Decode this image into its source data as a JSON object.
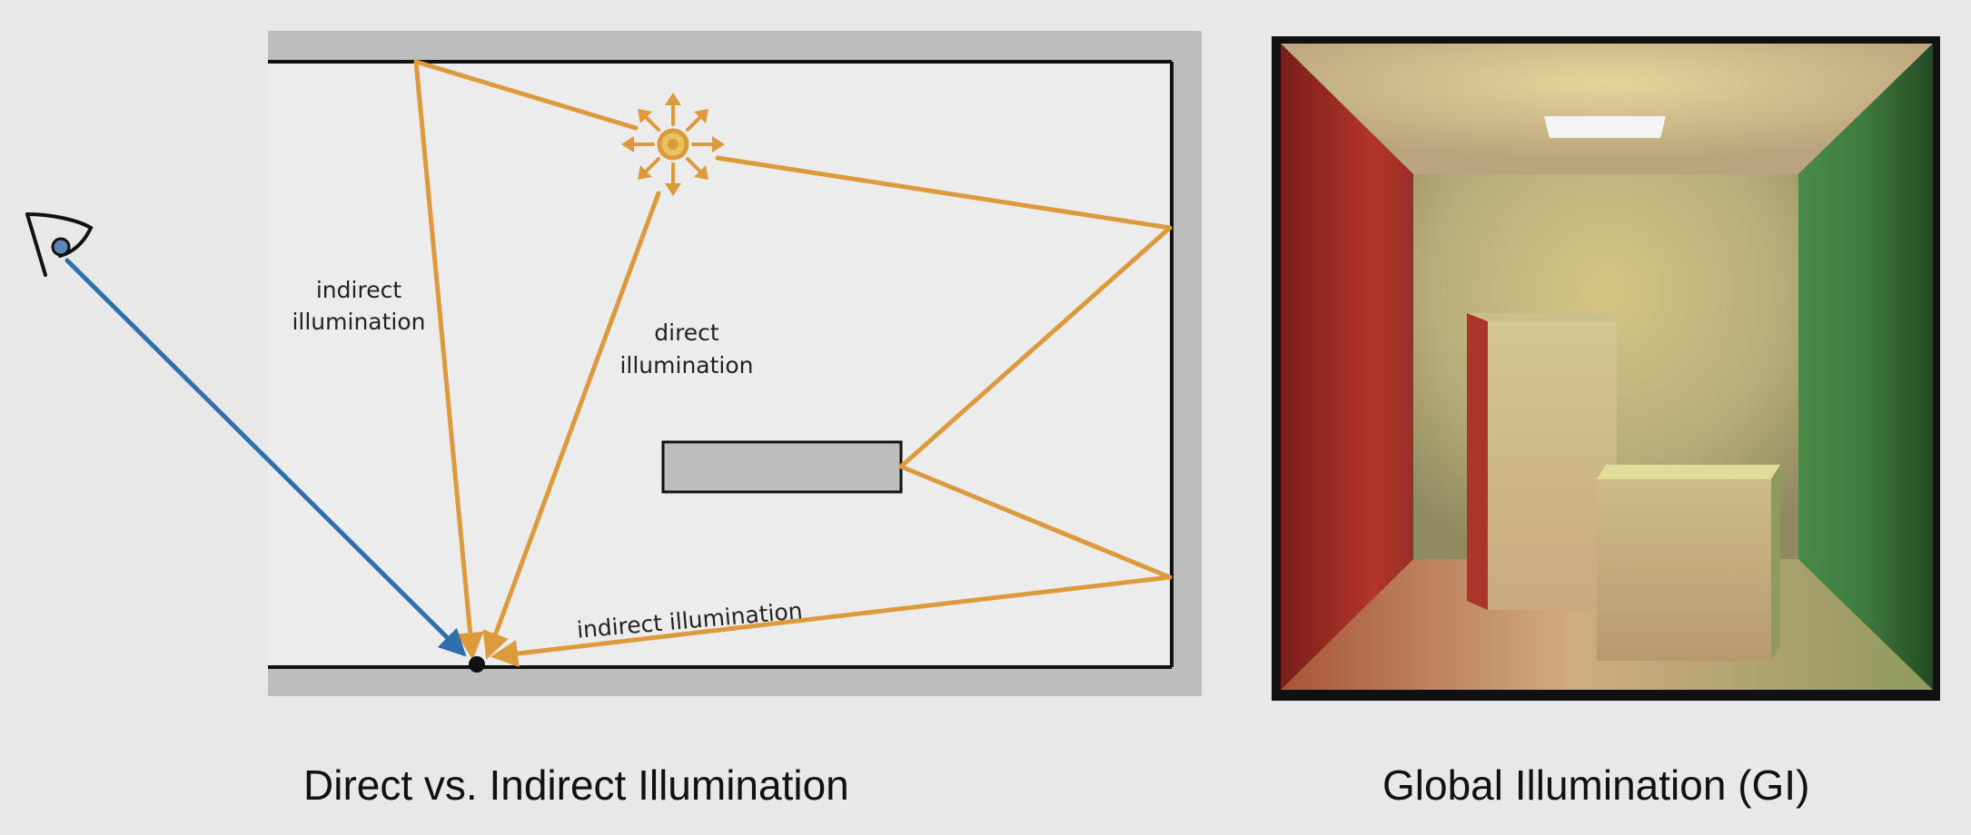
{
  "left_panel": {
    "caption": "Direct vs. Indirect Illumination",
    "labels": {
      "indirect_top_line1": "indirect",
      "indirect_top_line2": "illumination",
      "direct_line1": "direct",
      "direct_line2": "illumination",
      "indirect_bottom": "indirect illumination"
    },
    "colors": {
      "ray_orange": "#dc9a3c",
      "eye_ray_blue": "#2f6fad",
      "wall_gray": "#bdbdbd",
      "room_fill": "#ececec",
      "outline": "#111111"
    },
    "icons": [
      "eye-icon",
      "light-source-icon"
    ]
  },
  "right_panel": {
    "caption": "Global Illumination (GI)",
    "colors": {
      "left_wall_red": "#b3352c",
      "right_wall_green": "#3f7a3f",
      "back_wall": "#c8b888",
      "ceiling": "#c9b48e",
      "floor": "#c8a57a",
      "frame": "#111111"
    }
  }
}
